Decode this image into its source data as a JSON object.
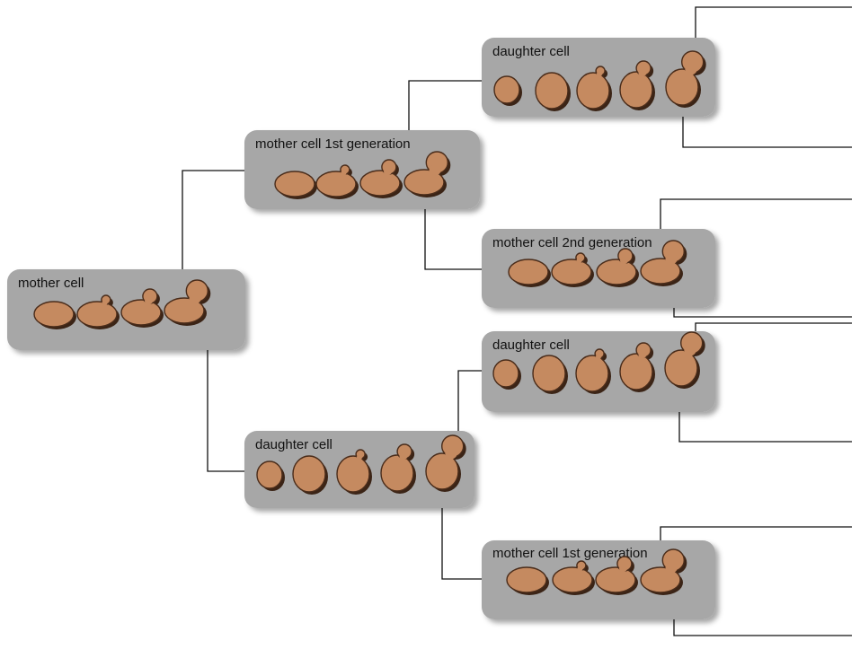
{
  "colors": {
    "panel_fill": "#a7a7a7",
    "panel_shadow": "#8a8a8a",
    "cell_fill": "#c58a60",
    "cell_outline": "#4a2c1a",
    "cell_shadow": "#3b2416",
    "connector": "#111111"
  },
  "panels": [
    {
      "id": "mother",
      "label": "mother cell",
      "stage_sequence": [
        "unbudded",
        "small-bud",
        "medium-bud",
        "large-bud"
      ]
    },
    {
      "id": "m1",
      "label": "mother cell 1st generation",
      "stage_sequence": [
        "unbudded",
        "small-bud",
        "medium-bud",
        "large-bud"
      ]
    },
    {
      "id": "d1",
      "label": "daughter cell",
      "stage_sequence": [
        "small",
        "growing",
        "small-bud",
        "medium-bud",
        "large-bud"
      ]
    },
    {
      "id": "m2",
      "label": "mother cell 2nd generation",
      "stage_sequence": [
        "unbudded",
        "small-bud",
        "medium-bud",
        "large-bud"
      ]
    },
    {
      "id": "d2",
      "label": "daughter cell",
      "stage_sequence": [
        "small",
        "growing",
        "small-bud",
        "medium-bud",
        "large-bud"
      ]
    },
    {
      "id": "d3",
      "label": "daughter cell",
      "stage_sequence": [
        "small",
        "growing",
        "small-bud",
        "medium-bud",
        "large-bud"
      ]
    },
    {
      "id": "m1b",
      "label": "mother cell 1st generation",
      "stage_sequence": [
        "unbudded",
        "small-bud",
        "medium-bud",
        "large-bud"
      ]
    }
  ]
}
